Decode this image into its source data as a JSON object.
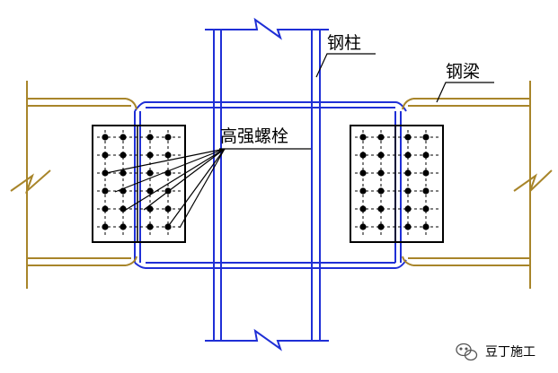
{
  "labels": {
    "column": "钢柱",
    "beam": "钢梁",
    "bolts": "高强螺栓"
  },
  "watermark": {
    "text": "豆丁施工",
    "icon": "wechat-icon"
  },
  "colors": {
    "column": "#1f2fd6",
    "beam": "#a8852a",
    "bolt_plate": "#000000",
    "leader": "#000000"
  }
}
